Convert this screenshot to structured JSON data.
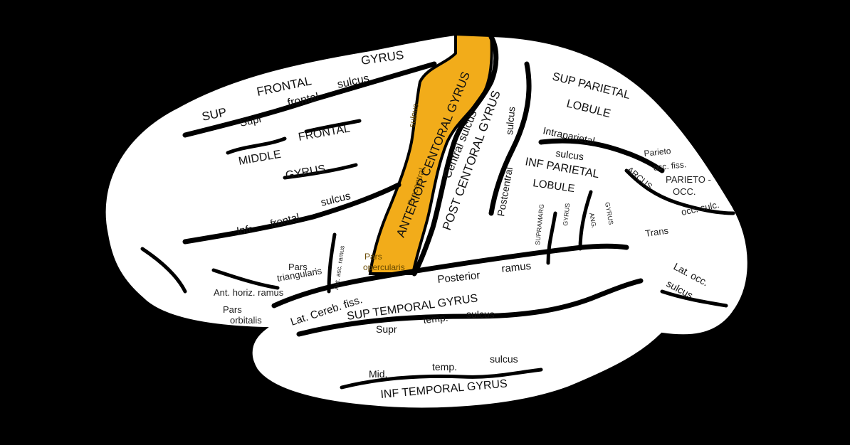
{
  "colors": {
    "background": "#000000",
    "brain": "#ffffff",
    "outline": "#000000",
    "highlight": "#f2ac1a"
  },
  "highlight_region": "anterior-central-gyrus",
  "labels": {
    "gyrus_top": "GYRUS",
    "frontal_top": "FRONTAL",
    "sup": "SUP",
    "sulcus_sup_frontal": "sulcus",
    "frontal_sup": "frontal",
    "supr": "Supr",
    "frontal_middle": "FRONTAL",
    "middle": "MIDDLE",
    "gyrus_middle": "GYRUS",
    "infr": "Infr",
    "frontal_infr": "frontal",
    "sulcus_infr": "sulcus",
    "pars_triangularis_1": "Pars",
    "pars_triangularis_2": "triangularis",
    "ant_horiz_ramus": "Ant. horiz. ramus",
    "pars_orbitalis_1": "Pars",
    "pars_orbitalis_2": "orbitalis",
    "ant_asc_ramus": "Ant. asc. ramus",
    "pars_opercularis_1": "Pars",
    "pars_opercularis_2": "opercularis",
    "precentral": "Precentral",
    "sulcus_precentral": "sulcus",
    "anterior_central_gyrus": "ANTERIOR CENTORAL GYRUS",
    "central_sulcus": "Central sulcus",
    "post_central_gyrus": "POST CENTORAL GYRUS",
    "postcentral": "Postcentral",
    "sulcus_postcentral": "sulcus",
    "sup_parietal_1": "SUP PARIETAL",
    "lobule_sup": "LOBULE",
    "intraparietal": "Intraparietal",
    "sulcus_intraparietal": "sulcus",
    "inf_parietal": "INF PARIETAL",
    "lobule_inf": "LOBULE",
    "supramarg": "SUPRAMARG",
    "gyrus_supramarg": "GYRUS",
    "ang": "ANG.",
    "gyrus_ang": "GYRUS",
    "parieto_fiss_1": "Parieto",
    "parieto_fiss_2": "occ. fiss.",
    "arcus": "ARCUS",
    "parieto_occ_1": "PARIETO -",
    "parieto_occ_2": "OCC.",
    "trans": "Trans",
    "occ_sulc": "occ. sulc.",
    "lat_occ_1": "Lat. occ.",
    "lat_occ_2": "sulcus",
    "lat_cereb_fiss": "Lat. Cereb. fiss.",
    "posterior": "Posterior",
    "ramus_posterior": "ramus",
    "sup_temporal_gyrus": "SUP TEMPORAL GYRUS",
    "supr_temp": "Supr",
    "temp_supr": "temp.",
    "sulcus_temp_supr": "sulcus",
    "mid": "Mid.",
    "temp_mid": "temp.",
    "sulcus_mid": "sulcus",
    "inf_temporal_gyrus": "INF TEMPORAL GYRUS"
  }
}
